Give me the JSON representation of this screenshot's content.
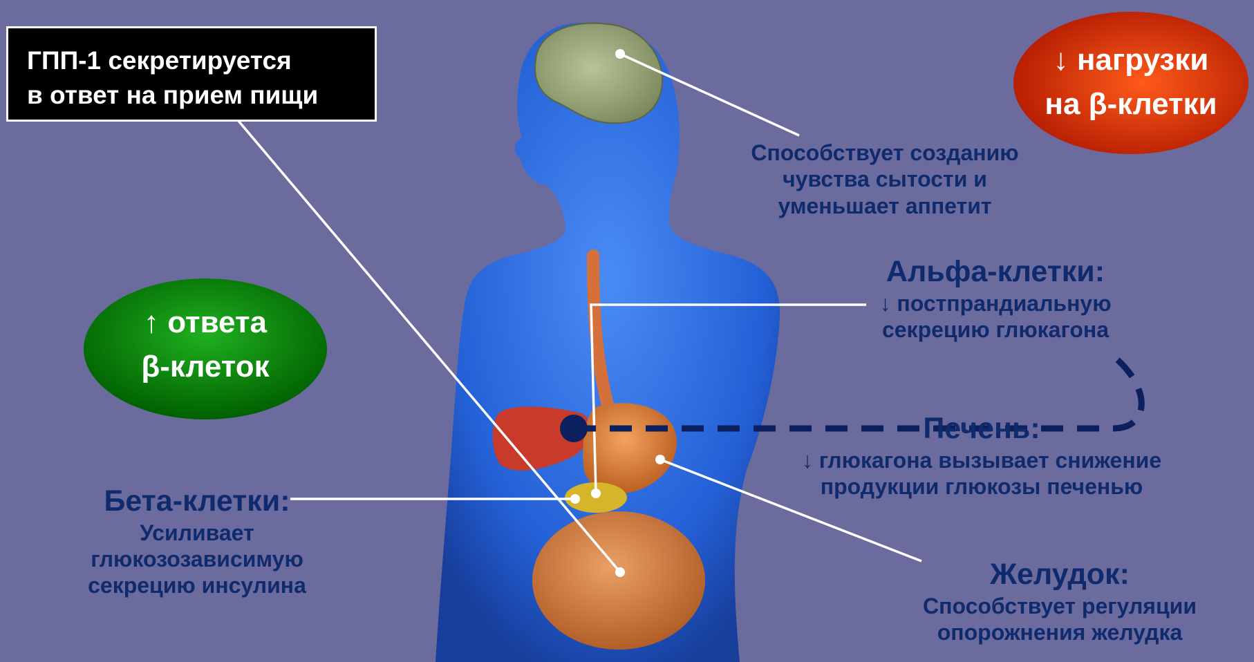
{
  "title": {
    "line1": "ГПП-1 секретируется",
    "line2": "в ответ на прием пищи"
  },
  "beta_response_oval": {
    "line1": "↑ ответа",
    "line2": "β-клеток",
    "color": "#0a8a0a"
  },
  "beta_load_oval": {
    "line1": "↓ нагрузки",
    "line2": "на β-клетки",
    "color": "#e03a0a"
  },
  "brain": {
    "line1": "Способствует созданию",
    "line2": "чувства сытости и",
    "line3": "уменьшает аппетит"
  },
  "alpha_cells": {
    "heading": "Альфа-клетки:",
    "line1": "↓ постпрандиальную",
    "line2": "секрецию глюкагона"
  },
  "liver": {
    "heading": "Печень:",
    "line1": "↓ глюкагона вызывает снижение",
    "line2": "продукции глюкозы печенью"
  },
  "beta_cells": {
    "heading": "Бета-клетки:",
    "line1": "Усиливает",
    "line2": "глюкозозависимую",
    "line3": "секрецию инсулина"
  },
  "stomach": {
    "heading": "Желудок:",
    "line1": "Способствует регуляции",
    "line2": "опорожнения желудка"
  },
  "colors": {
    "background": "#6b6b9e",
    "body": "#2d6fe0",
    "label_text": "#102a6e",
    "dashed_line": "#0c2060"
  }
}
